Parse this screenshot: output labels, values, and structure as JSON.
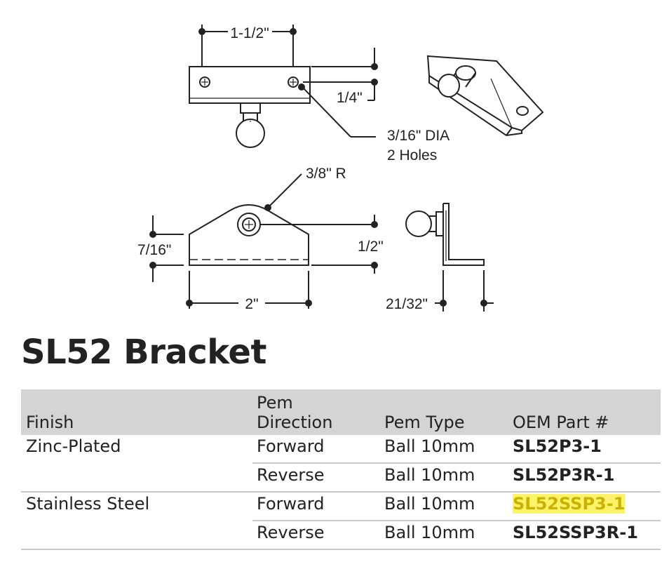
{
  "drawing": {
    "dim_width_top": "1-1/2\"",
    "dim_quarter": "1/4\"",
    "hole_note_line1": "3/16\" DIA",
    "hole_note_line2": "2 Holes",
    "radius_note": "3/8\" R",
    "dim_height_left": "7/16\"",
    "dim_height_right": "1/2\"",
    "dim_base_width": "2\"",
    "dim_side_depth": "21/32\""
  },
  "title": "SL52 Bracket",
  "table": {
    "headers": {
      "finish": "Finish",
      "pem_direction_line1": "Pem",
      "pem_direction_line2": "Direction",
      "pem_type": "Pem Type",
      "oem_part": "OEM Part #"
    },
    "rows": [
      {
        "finish": "Zinc-Plated",
        "direction": "Forward",
        "type": "Ball 10mm",
        "part": "SL52P3-1"
      },
      {
        "finish": "",
        "direction": "Reverse",
        "type": "Ball 10mm",
        "part": "SL52P3R-1"
      },
      {
        "finish": "Stainless Steel",
        "direction": "Forward",
        "type": "Ball 10mm",
        "part": "SL52SSP3-1",
        "highlighted": true
      },
      {
        "finish": "",
        "direction": "Reverse",
        "type": "Ball 10mm",
        "part": "SL52SSP3R-1"
      }
    ],
    "colors": {
      "header_bg": "#d4d4d4",
      "highlight_bg": "#fdf36b",
      "highlight_text": "#c9b300"
    }
  }
}
